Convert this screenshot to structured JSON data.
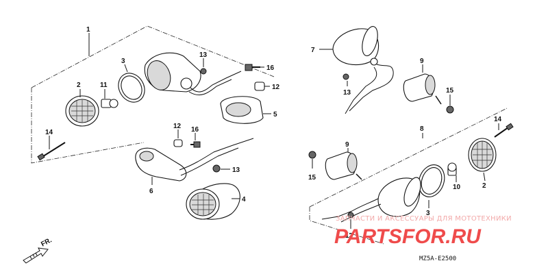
{
  "diagram": {
    "callouts": [
      "1",
      "2",
      "11",
      "14",
      "3",
      "13",
      "16",
      "12",
      "5",
      "12",
      "16",
      "6",
      "13",
      "4",
      "7",
      "13",
      "9",
      "15",
      "8",
      "14",
      "9",
      "15",
      "3",
      "10",
      "2",
      "13"
    ],
    "frame_code": "MZ5A-E2500",
    "direction_label": "FR.",
    "watermark": {
      "line1": "ЗАПЧАСТИ И АКСЕССУАРЫ ДЛЯ МОТОТЕХНИКИ",
      "line2": "PARTSFOR.RU"
    },
    "colors": {
      "line": "#111111",
      "watermark_light": "#f2a9a9",
      "watermark_strong": "#ef4b4b"
    }
  }
}
